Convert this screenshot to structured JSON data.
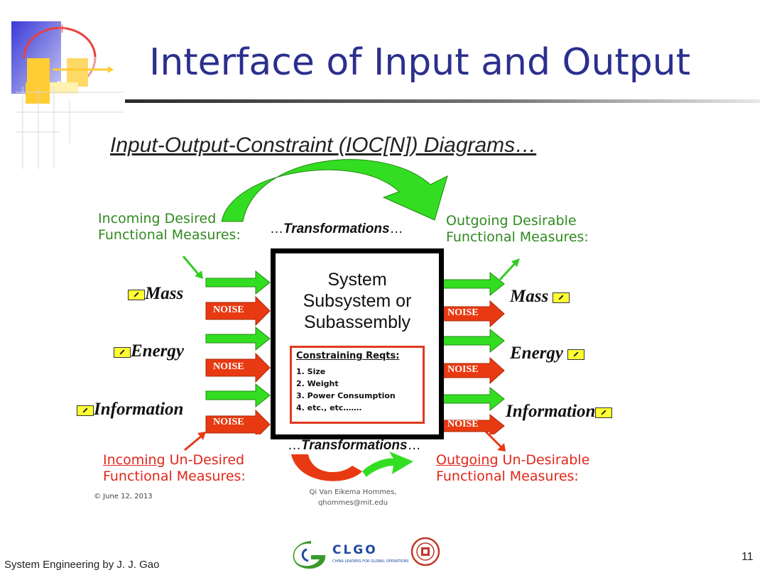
{
  "slide": {
    "title": "Interface of Input and Output",
    "number": "11",
    "footer": "System Engineering by J. J. Gao",
    "logo_text": "CLGO",
    "logo_subtext": "CHINA LEADERS FOR GLOBAL OPERATIONS"
  },
  "diagram": {
    "subtitle": "Input-Output-Constraint (IOC[N]) Diagrams…",
    "incoming_desired": [
      "Incoming Desired",
      "Functional Measures:"
    ],
    "outgoing_desired": [
      "Outgoing Desirable",
      "Functional Measures:"
    ],
    "incoming_undesired": {
      "underlined": "Incoming",
      "rest": " Un-Desired",
      "line2": "Functional Measures:"
    },
    "outgoing_undesired": {
      "underlined": "Outgoing",
      "rest": " Un-Desirable",
      "line2": "Functional Measures:"
    },
    "transformations": {
      "prefix": "…",
      "word": "Transformations",
      "suffix": "…"
    },
    "noise_label": "NOISE",
    "inputs": [
      "Mass",
      "Energy",
      "Information"
    ],
    "outputs": [
      "Mass",
      "Energy",
      "Information"
    ],
    "system": {
      "lines": [
        "System",
        "Subsystem or",
        "Subassembly"
      ],
      "constraints_title": "Constraining Reqts:",
      "constraints": [
        "1. Size",
        "2. Weight",
        "3. Power Consumption",
        "4. etc., etc……."
      ]
    },
    "copyright": "© June 12, 2013",
    "credit": [
      "Qi Van Eikema Hommes,",
      "qhommes@mit.edu"
    ]
  },
  "colors": {
    "title": "#2b2f8e",
    "green_text": "#2f8a1f",
    "red_text": "#e0261a",
    "green_arrow": "#33dd22",
    "red_arrow": "#e83a12"
  }
}
